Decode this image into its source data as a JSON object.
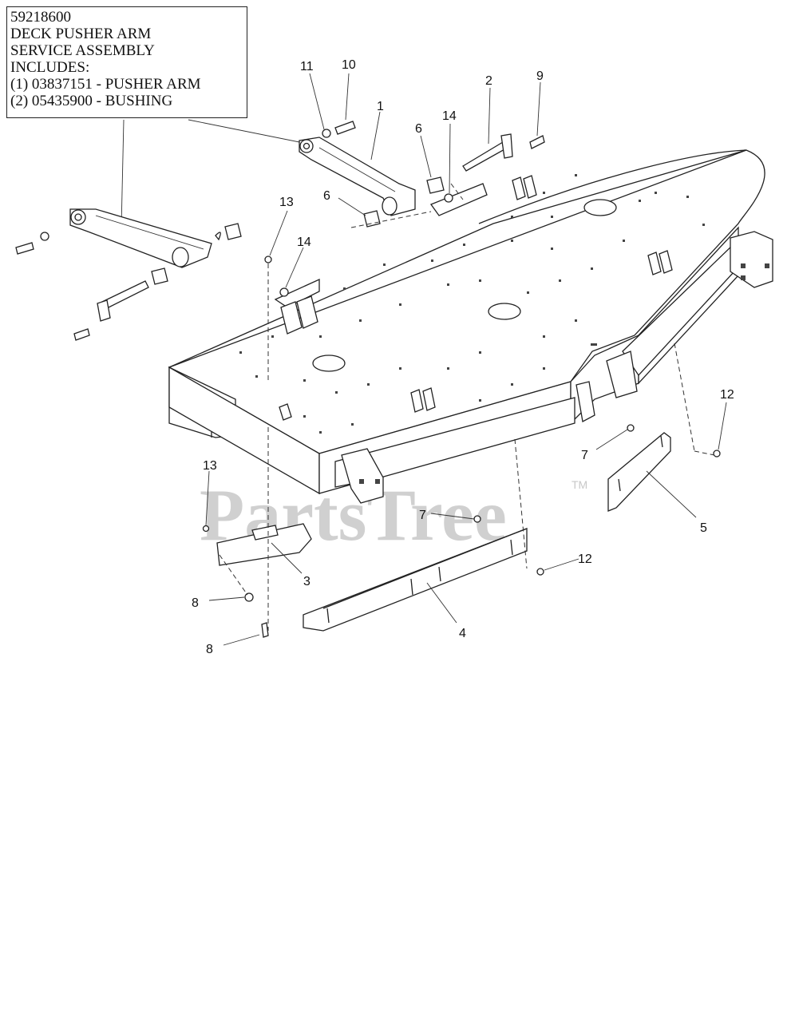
{
  "assembly_box": {
    "lines": [
      "59218600",
      "DECK PUSHER ARM",
      "SERVICE ASSEMBLY",
      "INCLUDES:",
      "(1) 03837151 - PUSHER ARM",
      "(2) 05435900 - BUSHING"
    ]
  },
  "watermark": {
    "text": "PartsTree",
    "tm": "TM"
  },
  "callouts": [
    "11",
    "10",
    "1",
    "2",
    "9",
    "6",
    "14",
    "6",
    "13",
    "14",
    "12",
    "7",
    "5",
    "13",
    "7",
    "12",
    "3",
    "8",
    "4",
    "8"
  ],
  "colors": {
    "line": "#222222",
    "watermark": "#d0d0d0",
    "background": "#ffffff"
  }
}
